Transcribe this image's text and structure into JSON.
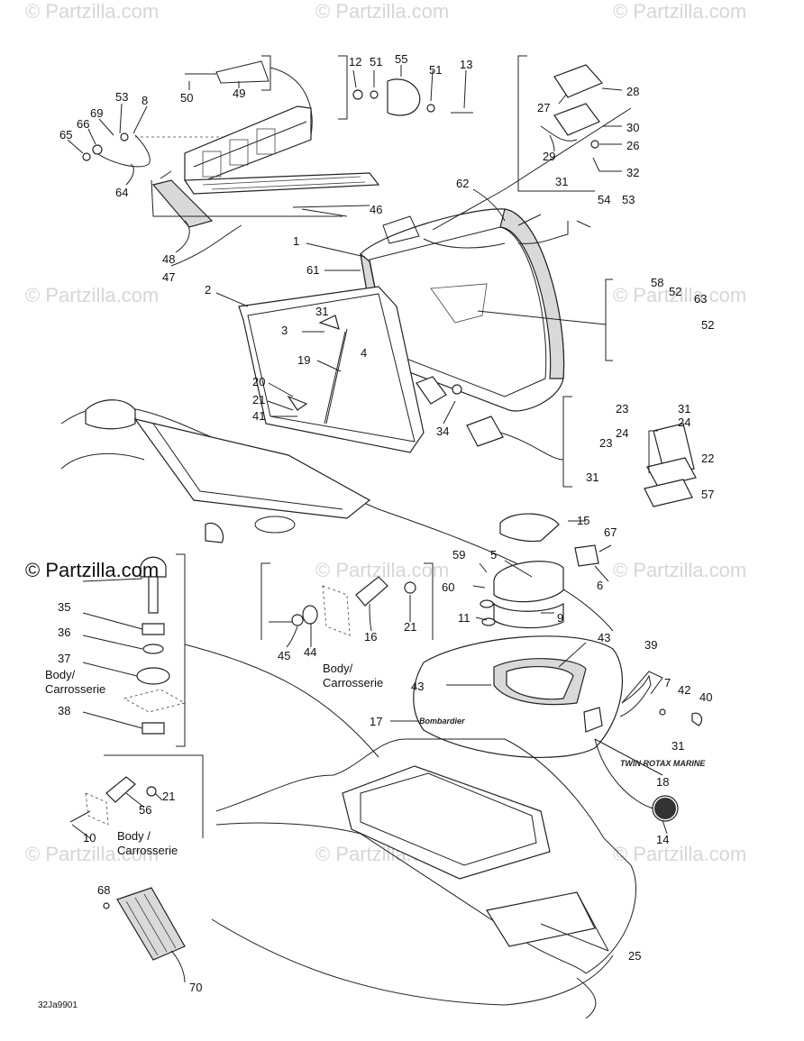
{
  "watermark": "© Partzilla.com",
  "diagram_code": "32Ja9901",
  "brand_decal": "Bombardier",
  "model_decal": "TWIN ROTAX MARINE",
  "body_note_a": "Body/",
  "body_note_b": "Carrosserie",
  "body_note_c": "Body /",
  "callouts": {
    "p1": "1",
    "p2": "2",
    "p3": "3",
    "p4": "4",
    "p5": "5",
    "p6": "6",
    "p7": "7",
    "p8": "8",
    "p9": "9",
    "p10": "10",
    "p11": "11",
    "p12": "12",
    "p13": "13",
    "p14": "14",
    "p15": "15",
    "p16": "16",
    "p17": "17",
    "p18": "18",
    "p19": "19",
    "p20": "20",
    "p21": "21",
    "p22": "22",
    "p23": "23",
    "p24": "24",
    "p25": "25",
    "p26": "26",
    "p27": "27",
    "p28": "28",
    "p29": "29",
    "p30": "30",
    "p31": "31",
    "p32": "32",
    "p34": "34",
    "p35": "35",
    "p36": "36",
    "p37": "37",
    "p38": "38",
    "p39": "39",
    "p40": "40",
    "p41": "41",
    "p42": "42",
    "p43": "43",
    "p44": "44",
    "p45": "45",
    "p46": "46",
    "p47": "47",
    "p48": "48",
    "p49": "49",
    "p50": "50",
    "p51": "51",
    "p52": "52",
    "p53": "53",
    "p54": "54",
    "p55": "55",
    "p56": "56",
    "p57": "57",
    "p58": "58",
    "p59": "59",
    "p60": "60",
    "p61": "61",
    "p62": "62",
    "p63": "63",
    "p64": "64",
    "p65": "65",
    "p66": "66",
    "p67": "67",
    "p68": "68",
    "p69": "69",
    "p70": "70"
  }
}
